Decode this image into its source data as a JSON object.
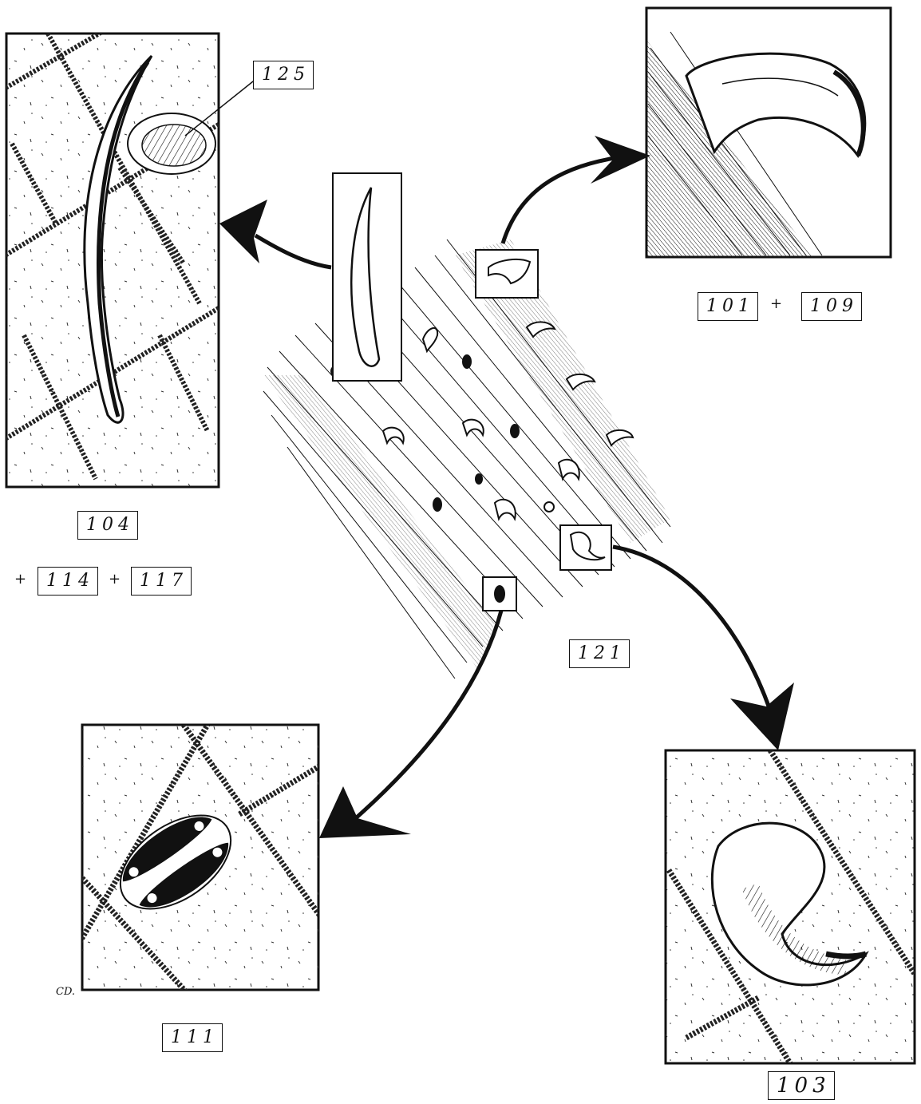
{
  "labels": {
    "detail_top_left": "125",
    "panel_top_left": "104",
    "panel_top_left_extra_1": "114",
    "panel_top_left_extra_2": "117",
    "panel_top_right_1": "101",
    "panel_top_right_2": "109",
    "center_strip": "121",
    "panel_bottom_left": "111",
    "panel_bottom_right": "103"
  },
  "plus_sign": "+",
  "signature": "CD."
}
